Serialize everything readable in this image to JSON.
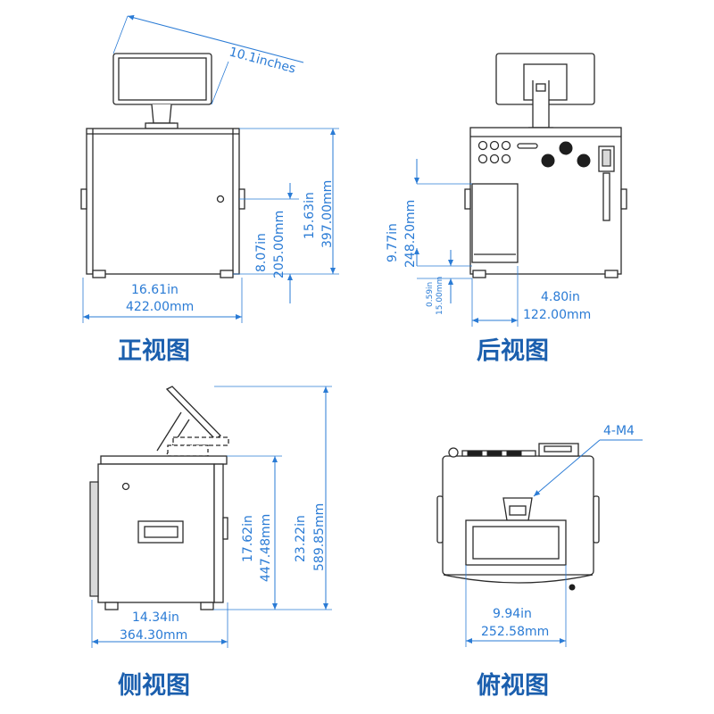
{
  "front_view": {
    "caption": "正视图",
    "screen_diagonal": "10.1inches",
    "width_in": "16.61in",
    "width_mm": "422.00mm",
    "height_in": "15.63in",
    "height_mm": "397.00mm",
    "lock_height_in": "8.07in",
    "lock_height_mm": "205.00mm"
  },
  "back_view": {
    "caption": "后视图",
    "panel_height_in": "9.77in",
    "panel_height_mm": "248.20mm",
    "foot_height_in": "0.59in",
    "foot_height_mm": "15.00mm",
    "panel_width_in": "4.80in",
    "panel_width_mm": "122.00mm"
  },
  "side_view": {
    "caption": "侧视图",
    "depth_in": "14.34in",
    "depth_mm": "364.30mm",
    "body_height_in": "17.62in",
    "body_height_mm": "447.48mm",
    "total_height_in": "23.22in",
    "total_height_mm": "589.85mm"
  },
  "top_view": {
    "caption": "俯视图",
    "mount_label": "4-M4",
    "window_width_in": "9.94in",
    "window_width_mm": "252.58mm"
  },
  "colors": {
    "dimension": "#2a7bd5",
    "caption": "#1b5fae",
    "outline": "#2b2b2b"
  }
}
